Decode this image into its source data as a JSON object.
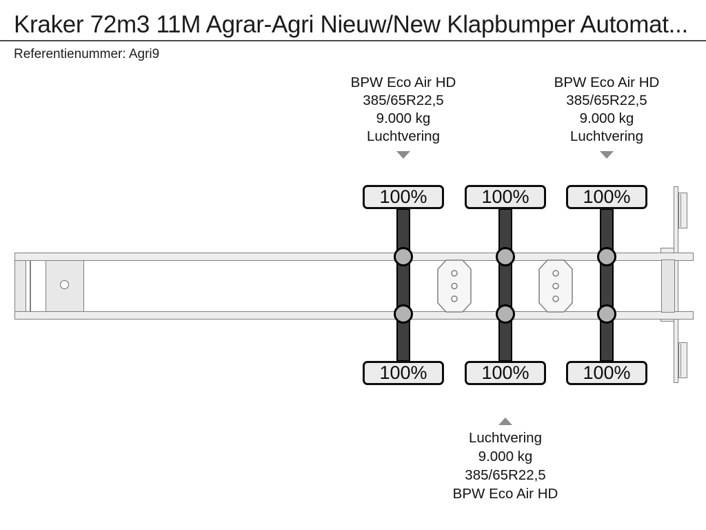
{
  "page": {
    "title": "Kraker 72m3 11M Agrar-Agri Nieuw/New Klapbumper Automat...",
    "reference": "Referentienummer: Agri9"
  },
  "diagram": {
    "description": "top view of 3-axle trailer chassis with axle load percentages",
    "specs": {
      "axle1_top": [
        "BPW Eco Air HD",
        "385/65R22,5",
        "9.000 kg",
        "Luchtvering"
      ],
      "axle3_top": [
        "BPW Eco Air HD",
        "385/65R22,5",
        "9.000 kg",
        "Luchtvering"
      ],
      "axle2_bottom": [
        "Luchtvering",
        "9.000 kg",
        "385/65R22,5",
        "BPW Eco Air HD"
      ]
    },
    "axles": [
      {
        "top_load": "100%",
        "bottom_load": "100%"
      },
      {
        "top_load": "100%",
        "bottom_load": "100%"
      },
      {
        "top_load": "100%",
        "bottom_load": "100%"
      }
    ],
    "colors": {
      "axle_bar": "#3f3f3f",
      "wheel_hub": "#b3b3b3",
      "load_label_bg": "#ebebeb",
      "chassis_fill": "#ededed",
      "chassis_outline": "#7e7e7e",
      "pointer": "#8c8c8c",
      "text": "#111111"
    }
  }
}
